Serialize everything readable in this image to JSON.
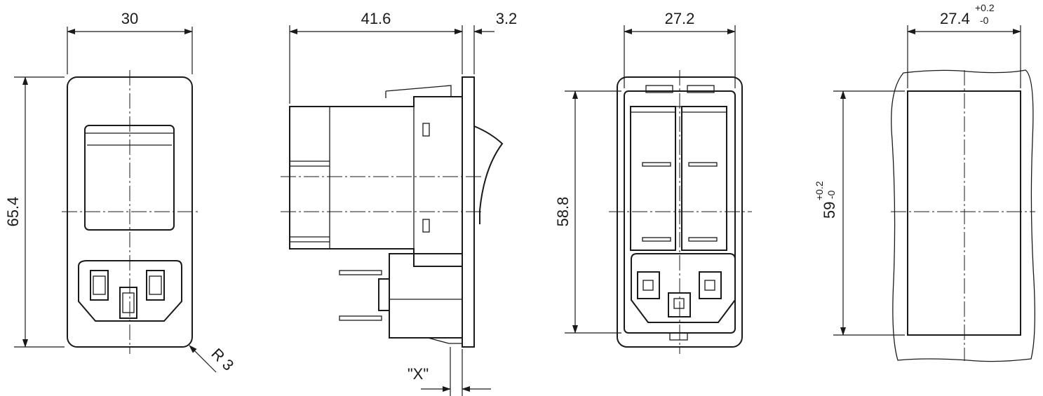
{
  "front_view": {
    "width_label": "30",
    "height_label": "65.4",
    "radius_label": "R 3"
  },
  "side_view": {
    "depth_label": "41.6",
    "flange_label": "3.2",
    "x_label": "\"X\""
  },
  "rear_view": {
    "width_label": "27.2",
    "height_label": "58.8"
  },
  "cutout_view": {
    "width_value": "27.4",
    "width_tol_plus": "+0.2",
    "width_tol_minus": "-0",
    "height_value": "59",
    "height_tol_plus": "+0.2",
    "height_tol_minus": "-0"
  }
}
